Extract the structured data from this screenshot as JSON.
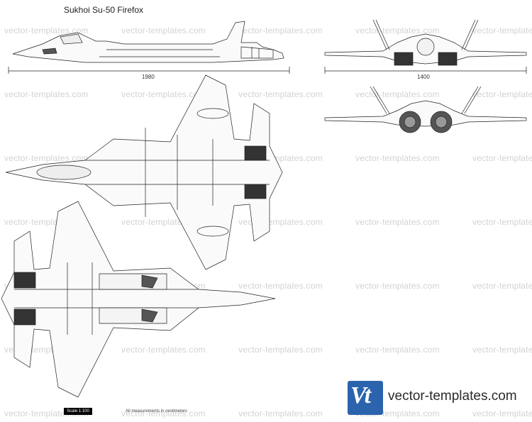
{
  "title": "Sukhoi Su-50 Firefox",
  "watermark_text": "vector-templates.com",
  "dimensions": {
    "length": "1980",
    "span": "1400"
  },
  "brand": {
    "logo_text": "Vt",
    "site": "vector-templates.com",
    "color": "#2b63ad"
  },
  "footer": {
    "scale": "Scale 1:100",
    "note": "All measurements in centimeters"
  },
  "icons": [
    "vt-logo-icon"
  ]
}
